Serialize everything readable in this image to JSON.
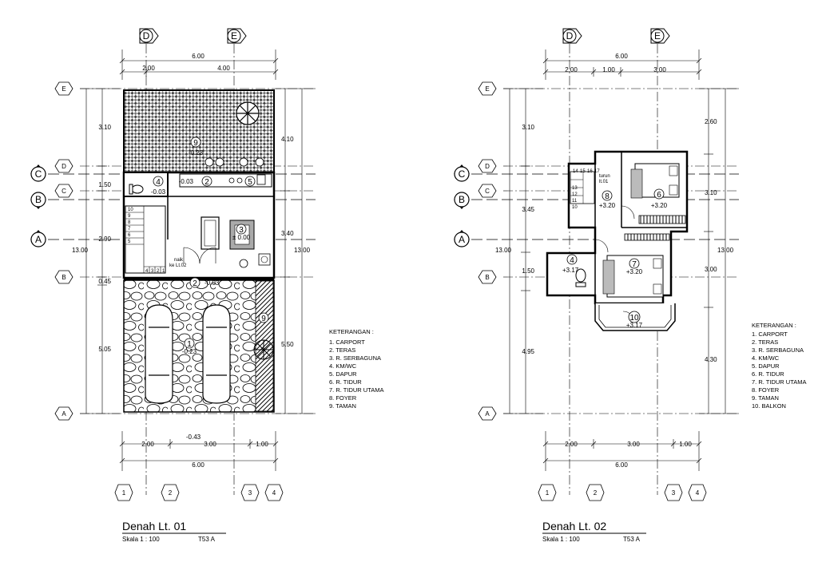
{
  "plans": [
    {
      "title": "Denah Lt. 01",
      "scale": "Skala 1 : 100",
      "code": "T53 A",
      "top_total": "6.00",
      "top_segments": [
        "2.00",
        "4.00"
      ],
      "bottom_total": "6.00",
      "bottom_segments": [
        "2.00",
        "3.00",
        "1.00"
      ],
      "left_overall": "13.00",
      "left_segments": [
        "3.10",
        "1.50",
        "2.90",
        "0.45",
        "5.05"
      ],
      "right_overall": "13.00",
      "right_segments": [
        "4.10",
        "3.40",
        "5.50"
      ],
      "grid_top": [
        "D",
        "E"
      ],
      "grid_bottom": [
        "1",
        "2",
        "3",
        "4"
      ],
      "grid_left": [
        "E",
        "D",
        "C",
        "B",
        "A"
      ],
      "section_marks": [
        "C",
        "B",
        "A"
      ],
      "rooms": [
        {
          "num": "9",
          "elev": "-0.23"
        },
        {
          "num": "2",
          "elev": "-0.03"
        },
        {
          "num": "5",
          "elev": ""
        },
        {
          "num": "4",
          "elev": "-0.03"
        },
        {
          "num": "3",
          "elev": "± 0.00"
        },
        {
          "num": "2",
          "elev": "-0.03"
        },
        {
          "num": "1",
          "elev": "-0.23"
        },
        {
          "num": "9",
          "elev": ""
        }
      ],
      "stair_numbers": [
        "10",
        "9",
        "8",
        "7",
        "6",
        "5",
        "4",
        "3",
        "2",
        "1"
      ],
      "stair_note": [
        "naik",
        "ke Lt.02"
      ],
      "bottom_elev": "-0.43",
      "legend": {
        "title": "KETERANGAN :",
        "items": [
          "1. CARPORT",
          "2. TERAS",
          "3. R. SERBAGUNA",
          "4. KM/WC",
          "5. DAPUR",
          "6. R. TIDUR",
          "7. R. TIDUR UTAMA",
          "8. FOYER",
          "9. TAMAN"
        ]
      }
    },
    {
      "title": "Denah Lt. 02",
      "scale": "Skala 1 : 100",
      "code": "T53 A",
      "top_total": "6.00",
      "top_segments": [
        "2.00",
        "1.00",
        "3.00"
      ],
      "bottom_total": "6.00",
      "bottom_segments": [
        "2.00",
        "3.00",
        "1.00"
      ],
      "left_overall": "13.00",
      "left_segments": [
        "3.10",
        "3.45",
        "1.50",
        "4.95"
      ],
      "right_overall": "13.00",
      "right_segments": [
        "2.60",
        "3.10",
        "3.00",
        "4.30"
      ],
      "grid_top": [
        "D",
        "E"
      ],
      "grid_bottom": [
        "1",
        "2",
        "3",
        "4"
      ],
      "grid_left": [
        "E",
        "D",
        "C",
        "B",
        "A"
      ],
      "section_marks": [
        "C",
        "B",
        "A"
      ],
      "rooms": [
        {
          "num": "8",
          "elev": "+3.20"
        },
        {
          "num": "6",
          "elev": "+3.20"
        },
        {
          "num": "4",
          "elev": "+3.17"
        },
        {
          "num": "7",
          "elev": "+3.20"
        },
        {
          "num": "10",
          "elev": "+3.17"
        }
      ],
      "stair_numbers_top": [
        "14",
        "15",
        "16",
        "17"
      ],
      "stair_numbers_left": [
        "13",
        "12",
        "11",
        "10"
      ],
      "stair_note": [
        "turun",
        "lt.01"
      ],
      "legend": {
        "title": "KETERANGAN :",
        "items": [
          "1. CARPORT",
          "2. TERAS",
          "3. R. SERBAGUNA",
          "4. KM/WC",
          "5. DAPUR",
          "6. R. TIDUR",
          "7. R. TIDUR UTAMA",
          "8. FOYER",
          "9. TAMAN",
          "10. BALKON"
        ]
      }
    }
  ]
}
